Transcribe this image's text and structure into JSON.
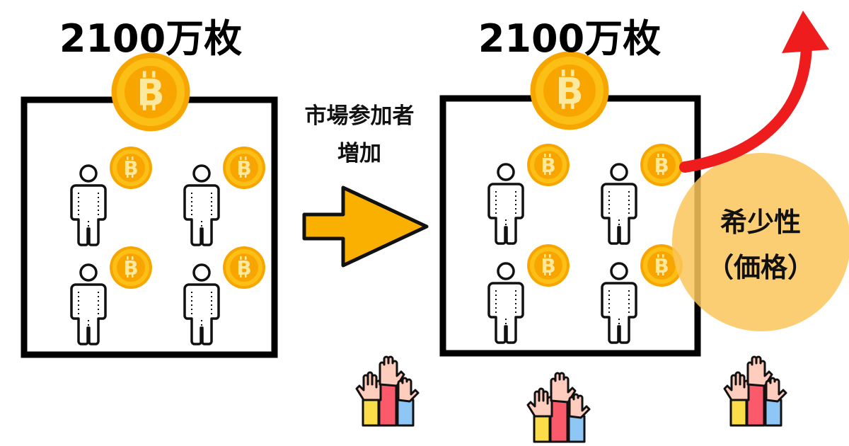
{
  "left_panel": {
    "title": "2100万枚"
  },
  "right_panel": {
    "title": "2100万枚"
  },
  "middle_label": {
    "line1": "市場参加者",
    "line2": "増加"
  },
  "scarcity_circle": {
    "line1": "希少性",
    "line2": "（価格）"
  },
  "colors": {
    "coin": "#F9B707",
    "arrow": "#F9B000",
    "red_arrow": "#EE1C1C",
    "circle": "#FBC55A"
  },
  "icons": [
    "bitcoin-icon",
    "person-icon",
    "raised-hands-icon",
    "arrow-right-icon",
    "curved-arrow-up-icon"
  ]
}
